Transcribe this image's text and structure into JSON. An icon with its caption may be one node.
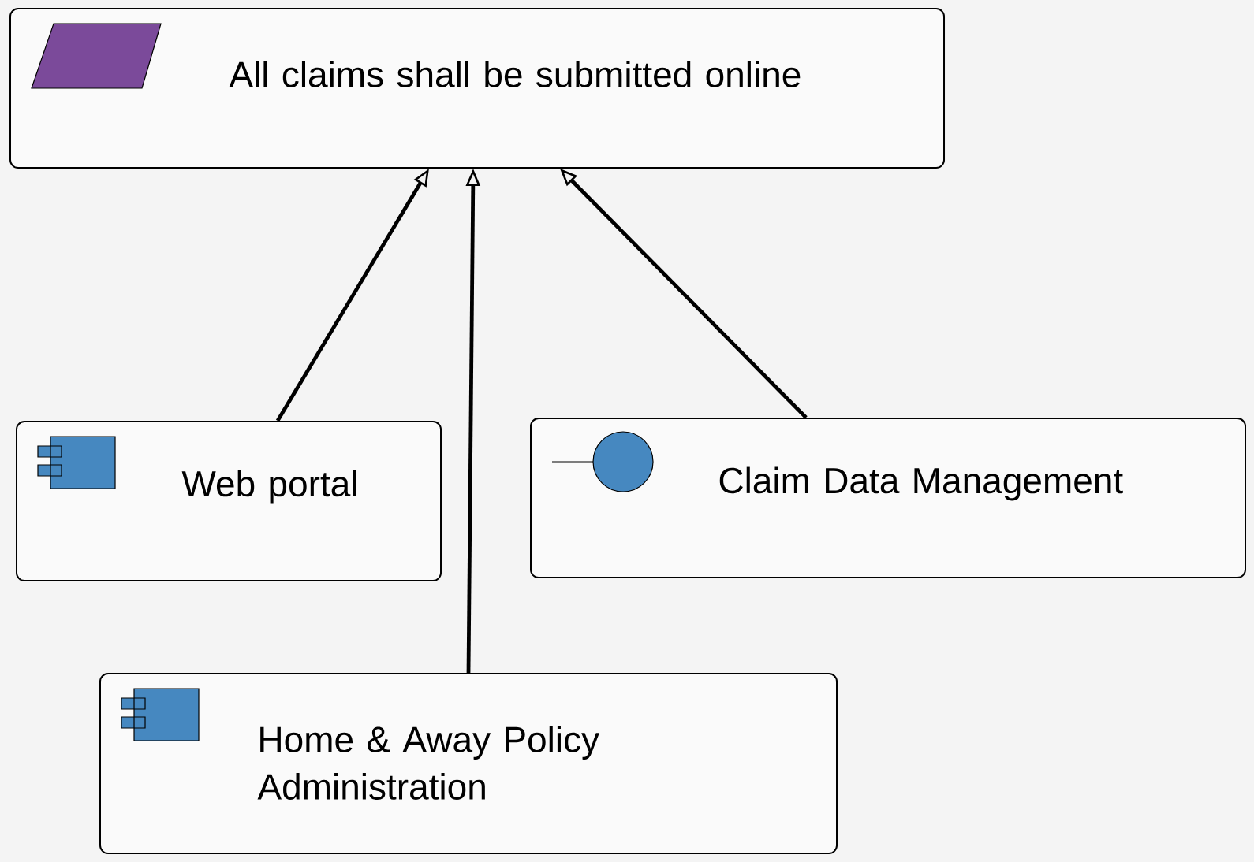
{
  "diagram": {
    "nodes": [
      {
        "text": [
          "All claims shall be submitted online"
        ]
      },
      {
        "text": [
          "Web portal"
        ]
      },
      {
        "text": [
          "Claim Data Management"
        ]
      },
      {
        "text": [
          "Home & Away Policy Administration"
        ]
      }
    ],
    "edges": [
      {
        "from": 1,
        "to": 0,
        "arrow": "to"
      },
      {
        "from": 3,
        "to": 0,
        "arrow": "to"
      },
      {
        "from": 2,
        "to": 0,
        "arrow": "to"
      }
    ]
  }
}
